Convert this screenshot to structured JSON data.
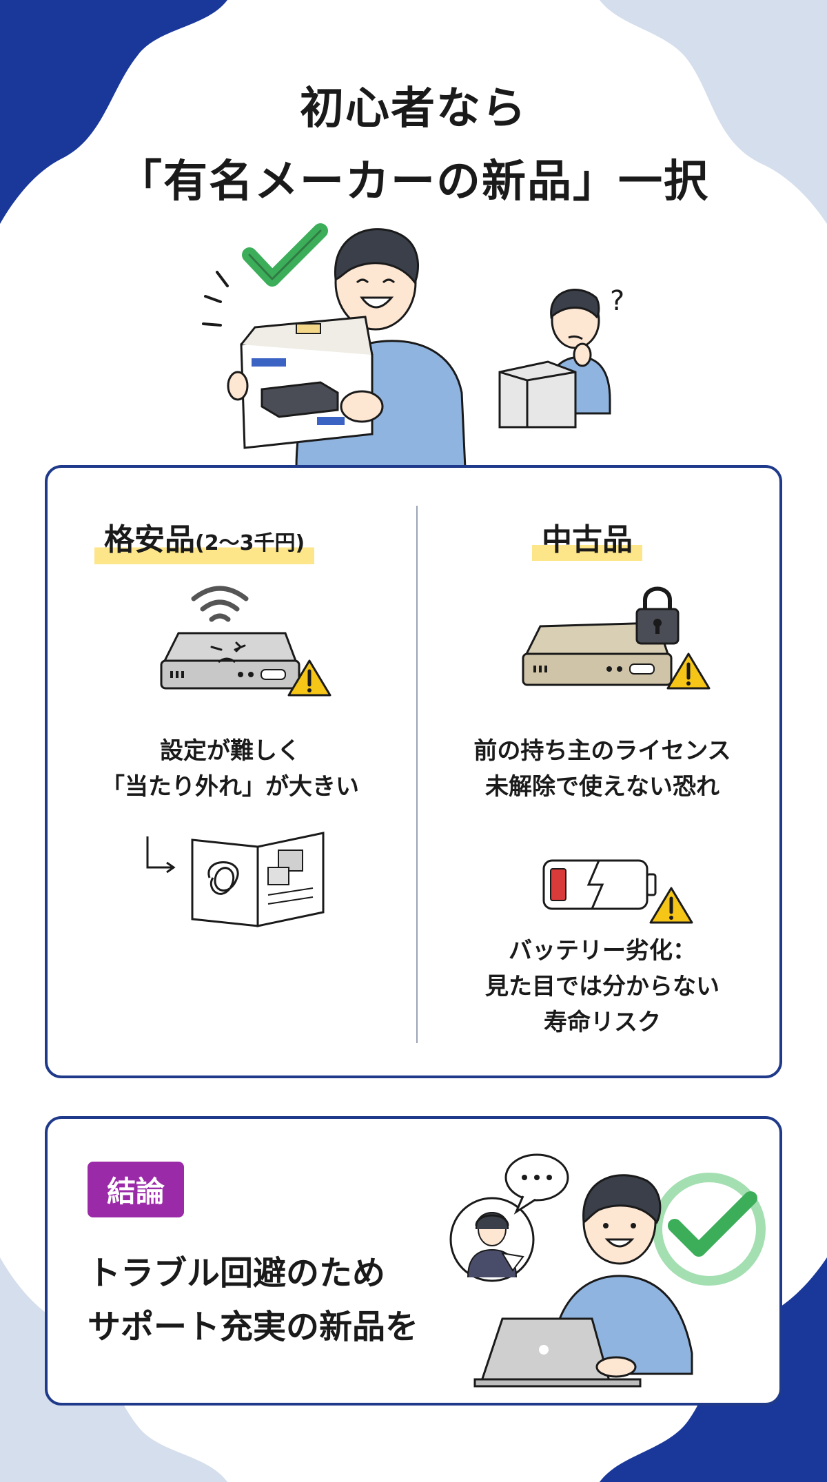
{
  "title": {
    "line1": "初心者なら",
    "line2": "「有名メーカーの新品」一択"
  },
  "left_column": {
    "heading": "格安品",
    "heading_note": "(2〜3千円)",
    "desc_line1": "設定が難しく",
    "desc_line2": "「当たり外れ」が大きい"
  },
  "right_column": {
    "heading": "中古品",
    "desc1_line1": "前の持ち主のライセンス",
    "desc1_line2": "未解除で使えない恐れ",
    "desc2_line1": "バッテリー劣化：",
    "desc2_line2": "見た目では分からない",
    "desc2_line3": "寿命リスク"
  },
  "conclusion": {
    "badge": "結論",
    "line1": "トラブル回避のため",
    "line2": "サポート充実の新品を"
  },
  "colors": {
    "navy": "#1a3899",
    "light_blue": "#d5deec",
    "highlight": "#fde68a",
    "badge": "#9a2aa8",
    "check_green": "#3cae5a",
    "warning_yellow": "#f5c518"
  }
}
